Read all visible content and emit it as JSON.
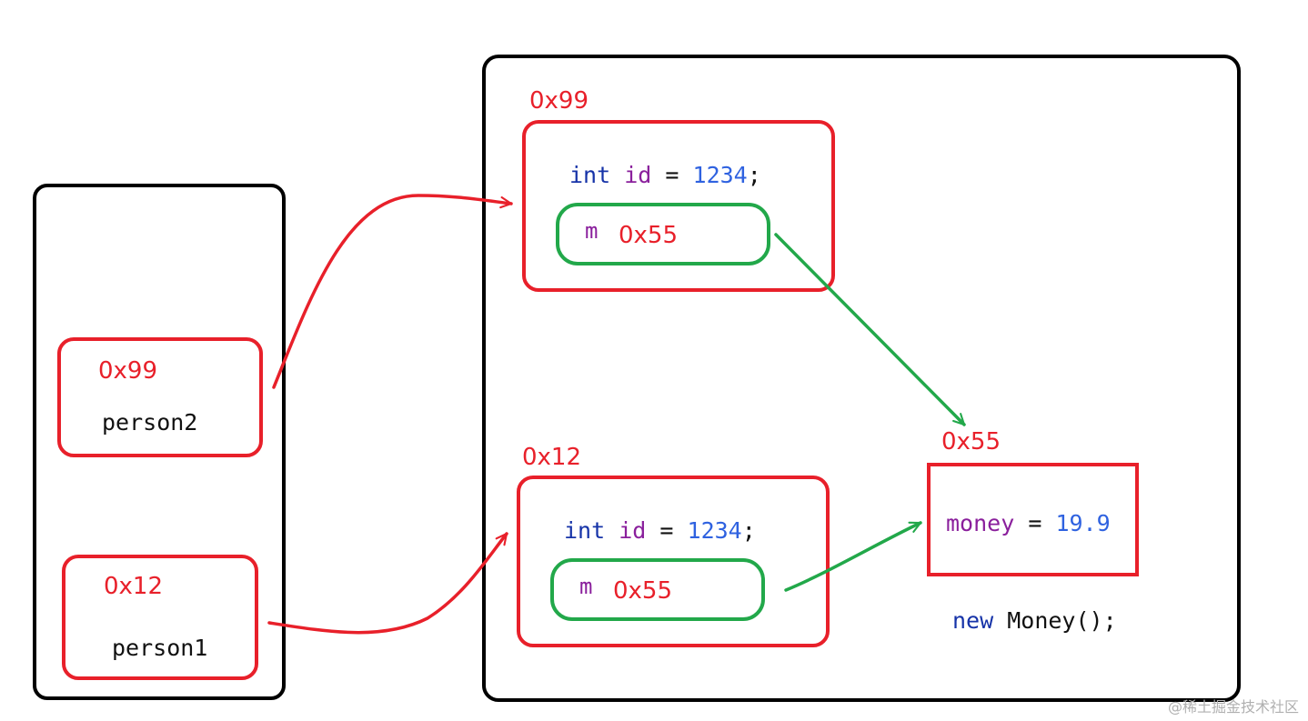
{
  "colors": {
    "frame": "#000000",
    "object_border": "#e8202a",
    "reference_border": "#22a84a",
    "red_arrow": "#e8202a",
    "green_arrow": "#22a84a"
  },
  "stack": {
    "person2": {
      "address": "0x99",
      "name": "person2"
    },
    "person1": {
      "address": "0x12",
      "name": "person1"
    }
  },
  "heap": {
    "person2_object": {
      "address": "0x99",
      "field_type": "int",
      "field_name": "id",
      "equals": "=",
      "field_value": "1234",
      "semicolon": ";",
      "ref_name": "m",
      "ref_value": "0x55"
    },
    "person1_object": {
      "address": "0x12",
      "field_type": "int",
      "field_name": "id",
      "equals": "=",
      "field_value": "1234",
      "semicolon": ";",
      "ref_name": "m",
      "ref_value": "0x55"
    },
    "money_object": {
      "address": "0x55",
      "field_name": "money",
      "equals": "=",
      "field_value": "19.9",
      "new_keyword": "new",
      "constructor": "Money();"
    }
  },
  "watermark": "@稀土掘金技术社区"
}
